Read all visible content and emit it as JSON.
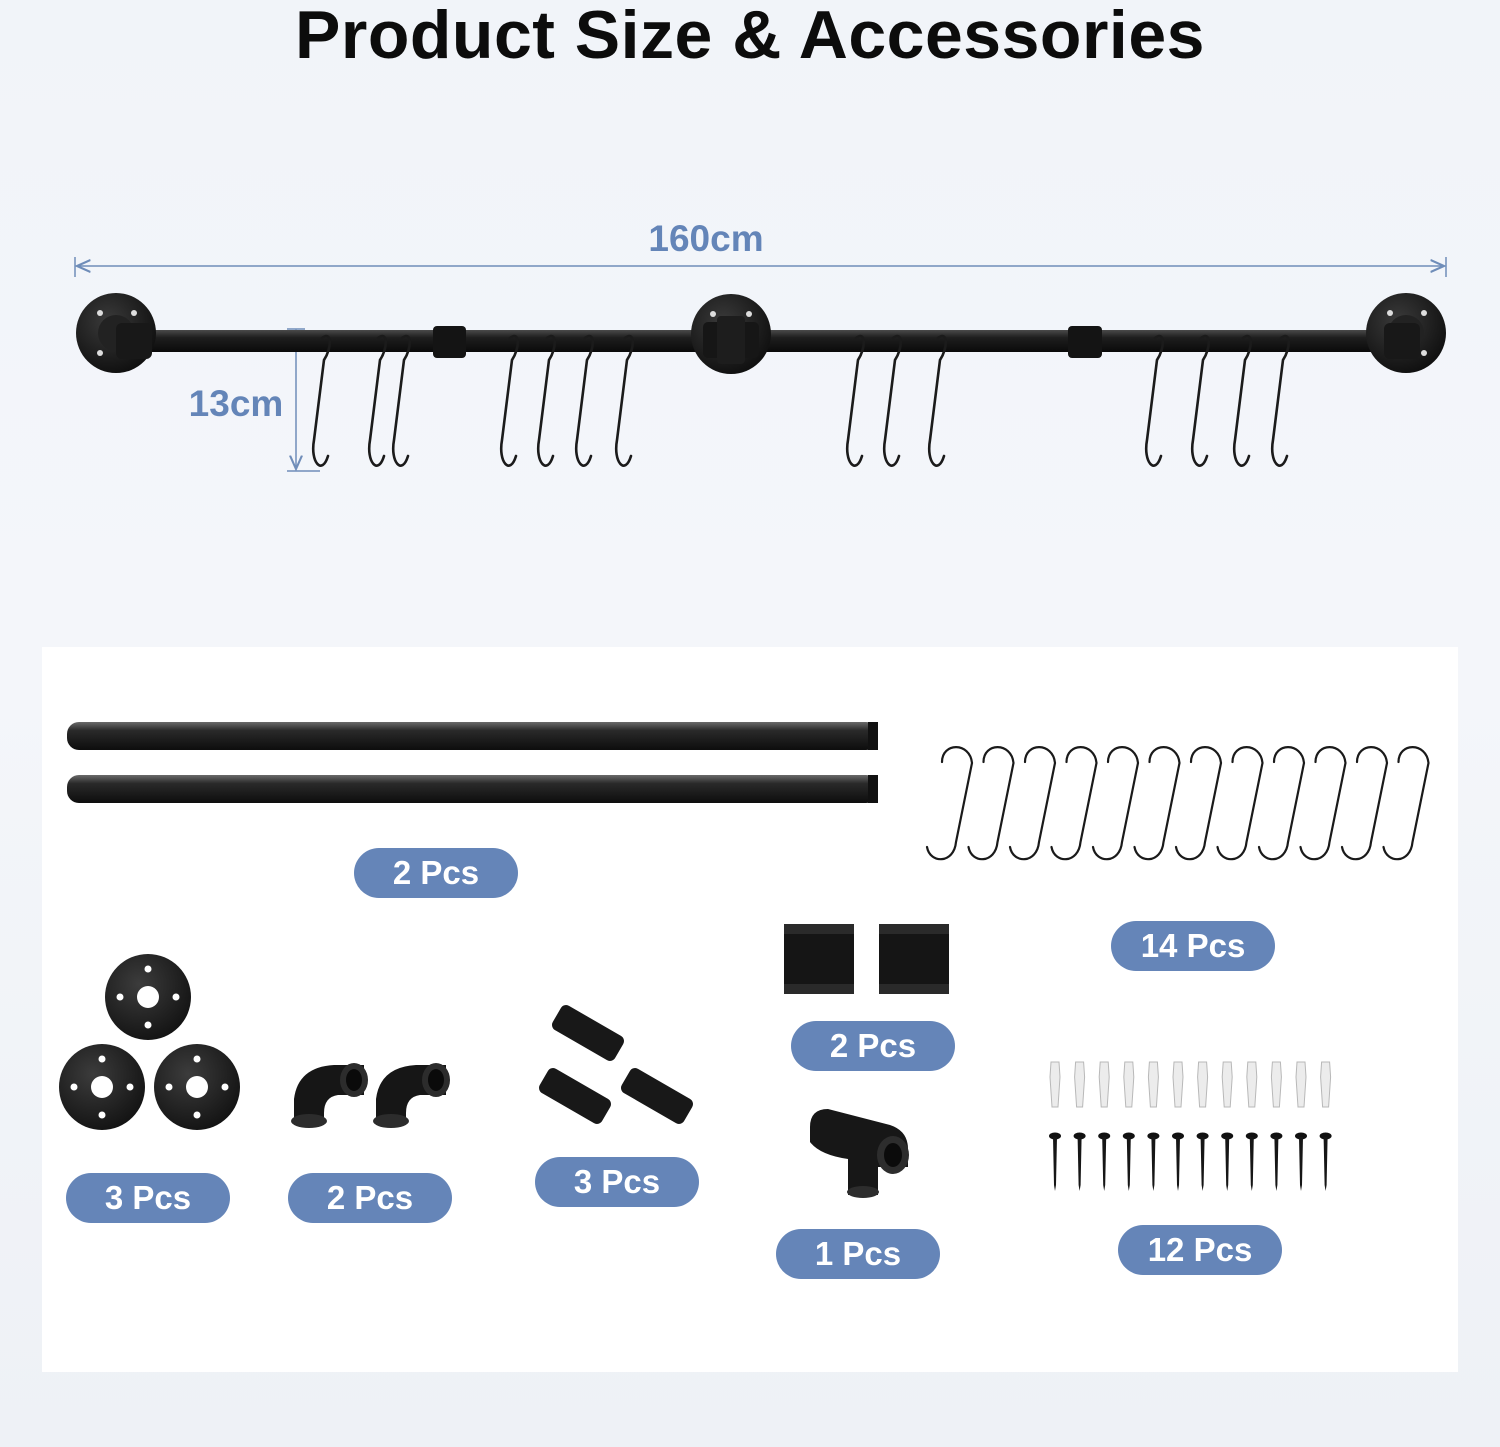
{
  "header": {
    "title": "Product Size & Accessories"
  },
  "dimensions": {
    "width_label": "160cm",
    "height_label": "13cm"
  },
  "accessories": [
    {
      "item": "pipes",
      "icon": "pipe-icon",
      "count": 2,
      "label": "2 Pcs"
    },
    {
      "item": "s-hooks",
      "icon": "s-hook-icon",
      "count": 14,
      "label": "14 Pcs"
    },
    {
      "item": "couplings",
      "icon": "coupling-icon",
      "count": 2,
      "label": "2 Pcs"
    },
    {
      "item": "floor-flanges",
      "icon": "flange-icon",
      "count": 3,
      "label": "3 Pcs"
    },
    {
      "item": "elbows",
      "icon": "elbow-icon",
      "count": 2,
      "label": "2 Pcs"
    },
    {
      "item": "nipples",
      "icon": "nipple-icon",
      "count": 3,
      "label": "3 Pcs"
    },
    {
      "item": "tee",
      "icon": "tee-icon",
      "count": 1,
      "label": "1 Pcs"
    },
    {
      "item": "screws-and-anchors",
      "icon": "screw-icon",
      "count": 12,
      "label": "12 Pcs"
    }
  ],
  "colors": {
    "accent": "#6585b8",
    "metal": "#1b1b1b",
    "background": "#f2f5f9"
  }
}
